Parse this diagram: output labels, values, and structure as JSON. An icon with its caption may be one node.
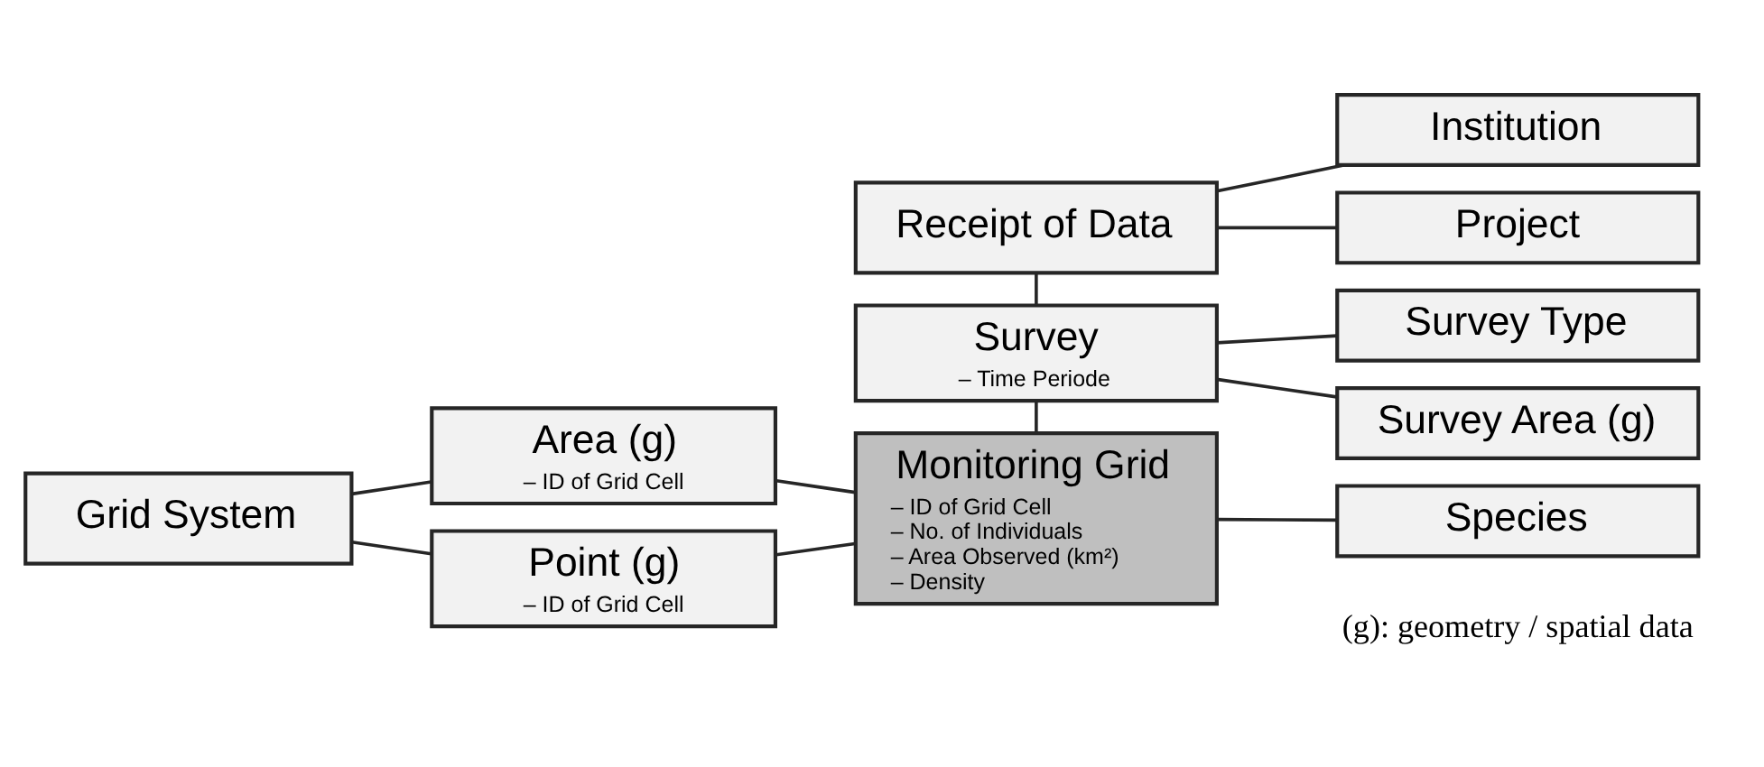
{
  "diagram": {
    "nodes": [
      {
        "text": [
          "Grid System"
        ]
      },
      {
        "text": [
          "Area (g)",
          "– ID of Grid Cell"
        ]
      },
      {
        "text": [
          "Point (g)",
          "– ID of Grid Cell"
        ]
      },
      {
        "text": [
          "Receipt of Data"
        ]
      },
      {
        "text": [
          "Institution"
        ]
      },
      {
        "text": [
          "Project"
        ]
      },
      {
        "text": [
          "Survey",
          "– Time Periode"
        ]
      },
      {
        "text": [
          "Survey Type"
        ]
      },
      {
        "text": [
          "Survey Area (g)"
        ]
      },
      {
        "text": [
          "Monitoring Grid",
          "– ID of Grid Cell",
          "– No. of Individuals",
          "– Area Observed (km²)",
          "– Density"
        ]
      },
      {
        "text": [
          "Species"
        ]
      }
    ],
    "edges": [
      {
        "from": 0,
        "to": 1,
        "arrow": "none"
      },
      {
        "from": 0,
        "to": 2,
        "arrow": "none"
      },
      {
        "from": 1,
        "to": 9,
        "arrow": "none"
      },
      {
        "from": 2,
        "to": 9,
        "arrow": "none"
      },
      {
        "from": 3,
        "to": 4,
        "arrow": "none"
      },
      {
        "from": 3,
        "to": 5,
        "arrow": "none"
      },
      {
        "from": 3,
        "to": 6,
        "arrow": "none"
      },
      {
        "from": 6,
        "to": 7,
        "arrow": "none"
      },
      {
        "from": 6,
        "to": 8,
        "arrow": "none"
      },
      {
        "from": 6,
        "to": 9,
        "arrow": "none"
      },
      {
        "from": 9,
        "to": 10,
        "arrow": "none"
      }
    ],
    "labels": [
      "(g): geometry / spatial data"
    ]
  }
}
